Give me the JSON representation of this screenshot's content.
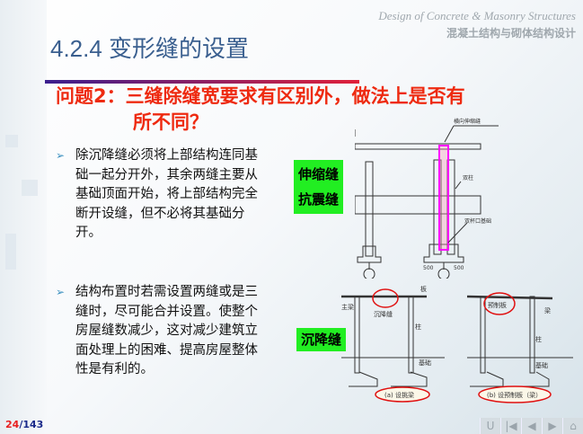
{
  "header": {
    "course_en": "Design of Concrete & Masonry Structures",
    "course_cn": "混凝土结构与砌体结构设计"
  },
  "title": "4.2.4  变形缝的设置",
  "question": {
    "line1": "问题2：三缝除缝宽要求有区别外，做法上是否有",
    "line2": "所不同？"
  },
  "bullets": [
    "除沉降缝必须将上部结构连同基础一起分开外，其余两缝主要从基础顶面开始，将上部结构完全断开设缝，但不必将其基础分开。",
    "结构布置时若需设置两缝或是三缝时，尽可能合并设置。使整个房屋缝数减少，这对减少建筑立面处理上的困难、提高房屋整体性是有利的。"
  ],
  "labels": {
    "expansion": "伸缩缝",
    "seismic": "抗震缝",
    "settlement": "沉降缝"
  },
  "figure1": {
    "joint": "横向伸缩缝",
    "double_column": "双柱",
    "double_cup_foundation": "双杯口基础",
    "dim_left": "500",
    "dim_right": "500"
  },
  "figure2": {
    "slab": "板",
    "main_beam": "主梁",
    "settlement_joint": "沉降缝",
    "column": "柱",
    "foundation": "基础",
    "caption_a": "(a) 设挑梁",
    "precast_slab": "预制板",
    "beam": "梁",
    "column_b": "柱",
    "foundation_b": "基础",
    "caption_b": "(b) 设预制板（梁）"
  },
  "page": {
    "current": "24",
    "total": "/143"
  },
  "nav": {
    "return": "U",
    "first": "|◀",
    "prev": "◀",
    "next": "▶",
    "home": "⌂"
  },
  "colors": {
    "title": "#3a5f8f",
    "question": "#ee2a10",
    "label_bg": "#22ee22",
    "highlight": "#ff00ff",
    "circle": "#e01010"
  }
}
